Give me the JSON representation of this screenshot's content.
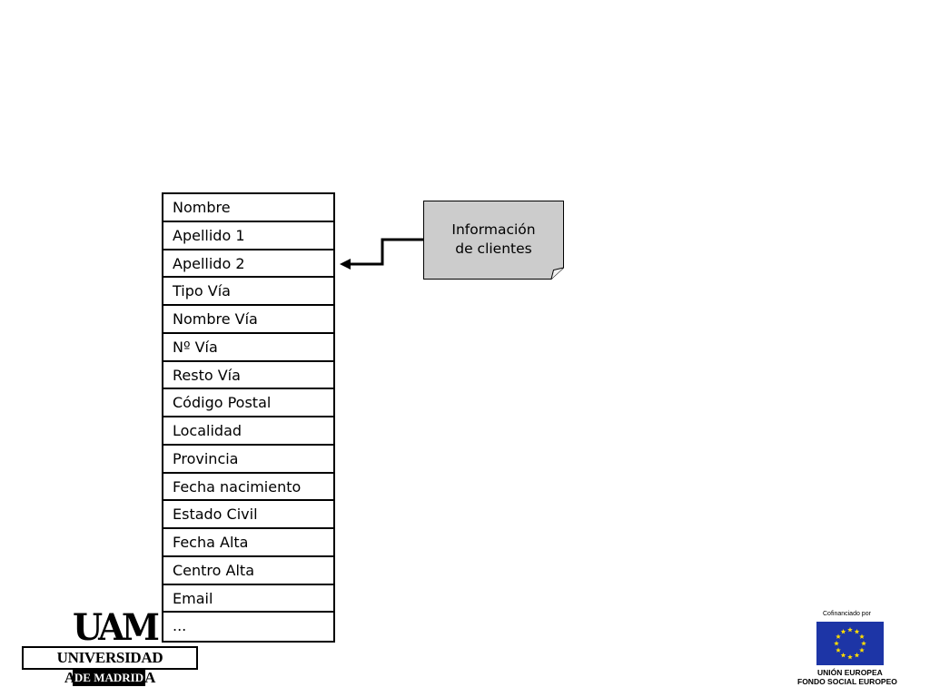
{
  "fields_table": {
    "items": [
      "Nombre",
      "Apellido 1",
      "Apellido 2",
      "Tipo Vía",
      "Nombre Vía",
      "Nº Vía",
      "Resto Vía",
      "Código Postal",
      "Localidad",
      "Provincia",
      "Fecha nacimiento",
      "Estado Civil",
      "Fecha Alta",
      "Centro Alta",
      "Email",
      "..."
    ]
  },
  "note": {
    "line1": "Información",
    "line2": "de clientes",
    "fill_color": "#cccccc"
  },
  "logos": {
    "uam": {
      "mark": "UAM",
      "line1": "UNIVERSIDAD AUTONOMA",
      "line2": "DE MADRID"
    },
    "eu": {
      "cofinanced": "Cofinanciado por",
      "line1": "UNIÓN EUROPEA",
      "line2": "FONDO SOCIAL EUROPEO",
      "flag_color": "#1d35a6",
      "star_color": "#ffdd00"
    }
  }
}
